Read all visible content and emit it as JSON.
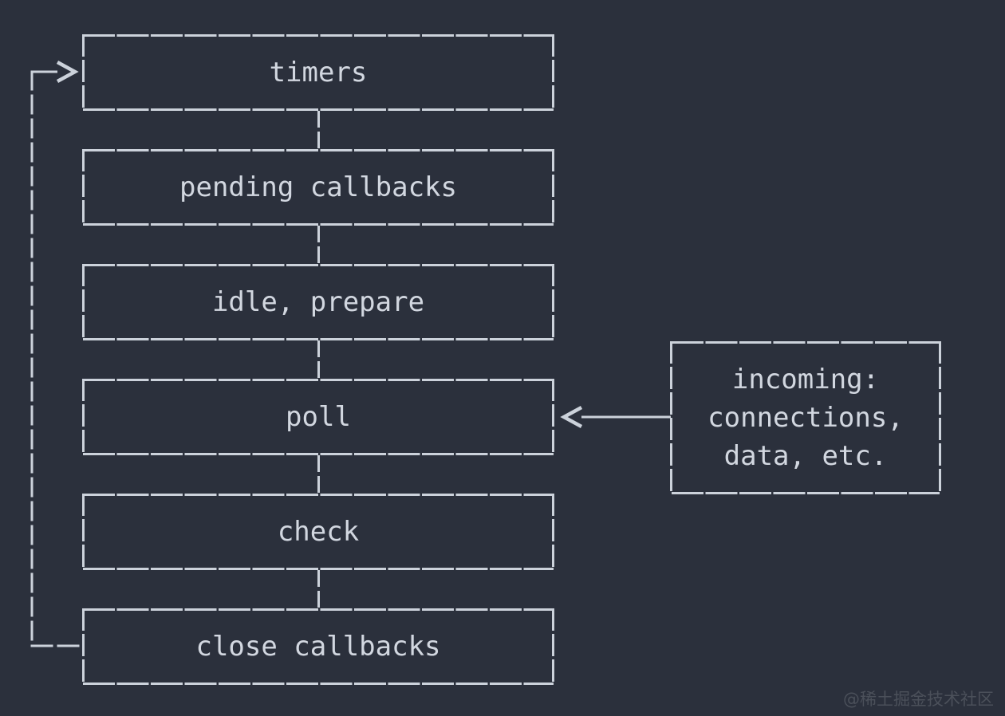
{
  "diagram": {
    "phases": [
      {
        "label": "timers"
      },
      {
        "label": "pending callbacks"
      },
      {
        "label": "idle, prepare"
      },
      {
        "label": "poll"
      },
      {
        "label": "check"
      },
      {
        "label": "close callbacks"
      }
    ],
    "incoming_box": {
      "lines": [
        "incoming:",
        "connections,",
        "data, etc."
      ]
    },
    "icons": {
      "loop_arrowhead": "right-chevron >",
      "incoming_arrowhead": "left-chevron <"
    },
    "colors": {
      "background": "#2b303c",
      "line": "#ccd2db",
      "text": "#d2d7e0",
      "watermark": "#4b505a"
    }
  },
  "watermark": {
    "text": "@稀土掘金技术社区"
  }
}
